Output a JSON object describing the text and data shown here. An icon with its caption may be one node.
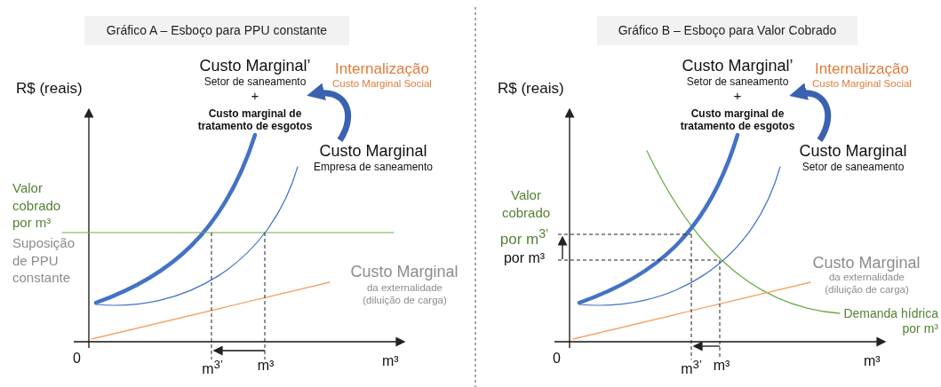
{
  "diagram": {
    "nodes": [
      {
        "text": [
          "Gráfico A – Esboço para PPU constante"
        ]
      },
      {
        "text": [
          "Custo Marginal’",
          "Setor de saneamento",
          "+",
          "Custo marginal de tratamento de esgotos"
        ]
      },
      {
        "text": [
          "Custo Marginal",
          "Empresa de saneamento"
        ]
      },
      {
        "text": [
          "Gráfico B – Esboço para Valor Cobrado"
        ]
      },
      {
        "text": [
          "Custo Marginal’",
          "Setor de saneamento",
          "+",
          "Custo marginal de tratamento de esgotos"
        ]
      },
      {
        "text": [
          "Custo Marginal",
          "Setor de saneamento"
        ]
      }
    ],
    "edges": [
      {
        "from": 2,
        "to": 1,
        "arrow": "to"
      },
      {
        "from": 5,
        "to": 4,
        "arrow": "to"
      }
    ],
    "labels": [
      "Internalização",
      "Custo Marginal Social",
      "R$ (reais)",
      "Valor cobrado por m³",
      "Suposição de PPU constante",
      "Custo Marginal",
      "da externalidade (diluição de carga)",
      "0",
      "m³",
      "m$^{3’}$",
      "m³",
      "Internalização",
      "Custo Marginal Social",
      "R$ (reais)",
      "Valor cobrado",
      "por m$^{3’}$",
      "por m³",
      "Custo Marginal",
      "da externalidade (diluição de carga)",
      "Demanda hídrica por m³",
      "0",
      "m³",
      "m$^{3’}$",
      "m³"
    ]
  }
}
